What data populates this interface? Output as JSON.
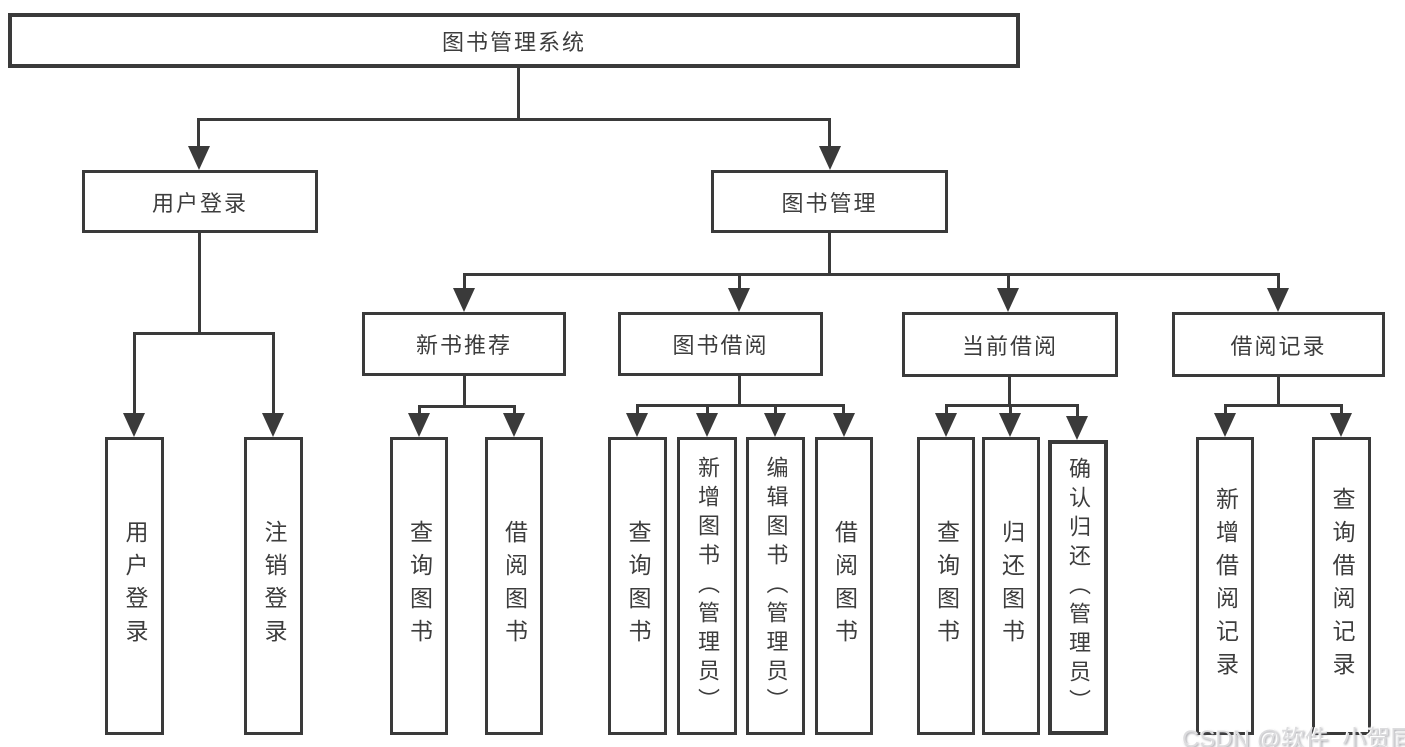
{
  "tree": {
    "root": "图书管理系统",
    "level1": [
      "用户登录",
      "图书管理"
    ],
    "level2": [
      "新书推荐",
      "图书借阅",
      "当前借阅",
      "借阅记录"
    ],
    "login_children": [
      "用户登录",
      "注销登录"
    ],
    "newbook_children": [
      "查询图书",
      "借阅图书"
    ],
    "borrow_children": [
      "查询图书",
      "新增图书（管理员）",
      "编辑图书（管理员）",
      "借阅图书"
    ],
    "current_children": [
      "查询图书",
      "归还图书",
      "确认归还（管理员）"
    ],
    "record_children": [
      "新增借阅记录",
      "查询借阅记录"
    ]
  },
  "watermark": {
    "text": "CSDN @软件_小贺同学"
  },
  "colors": {
    "line": "#3a3a3a",
    "text": "#3d3d3d",
    "background": "#ffffff"
  }
}
